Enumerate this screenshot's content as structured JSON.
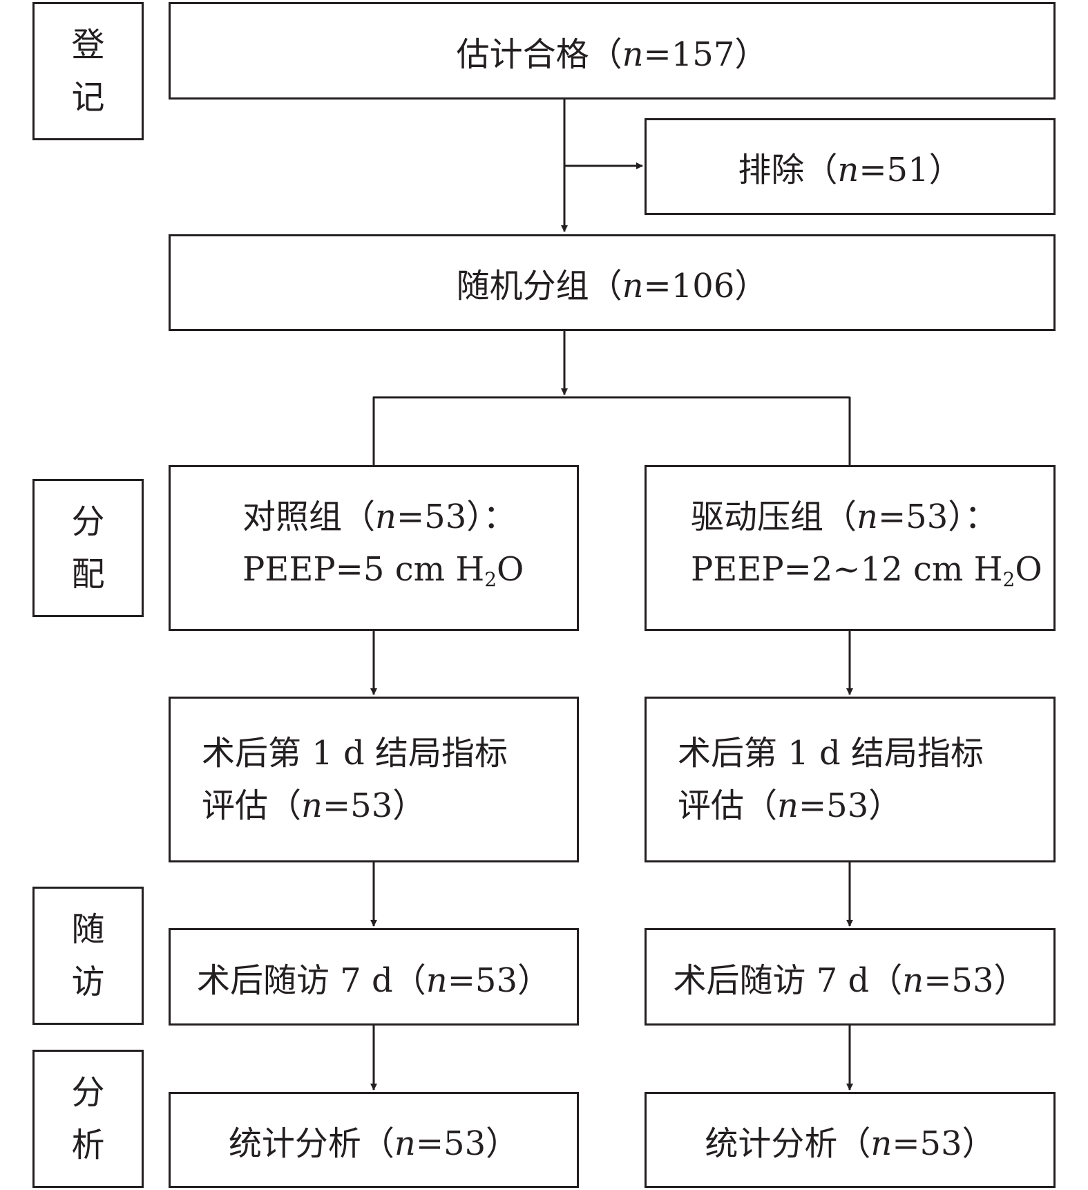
{
  "stages": {
    "enrollment": [
      "登",
      "记"
    ],
    "allocation": [
      "分",
      "配"
    ],
    "followup": [
      "随",
      "访"
    ],
    "analysis": [
      "分",
      "析"
    ]
  },
  "boxes": {
    "eligible": {
      "label": "估计合格（",
      "n_var": "n",
      "n_value": "=157）"
    },
    "excluded": {
      "label": "排除（",
      "n_var": "n",
      "n_value": "=51）"
    },
    "randomized": {
      "label": "随机分组（",
      "n_var": "n",
      "n_value": "=106）"
    },
    "control_group": {
      "label": "对照组（",
      "n_var": "n",
      "n_value": "=53）：",
      "peep_prefix": "PEEP=5 cm H",
      "peep_sub": "2",
      "peep_suffix": "O"
    },
    "driving_pressure_group": {
      "label": "驱动压组（",
      "n_var": "n",
      "n_value": "=53）：",
      "peep_prefix": "PEEP=2~12 cm H",
      "peep_sub": "2",
      "peep_suffix": "O"
    },
    "control_outcome": {
      "line1": "术后第 1 d 结局指标",
      "line2_prefix": "评估（",
      "n_var": "n",
      "n_value": "=53）"
    },
    "dp_outcome": {
      "line1": "术后第 1 d 结局指标",
      "line2_prefix": "评估（",
      "n_var": "n",
      "n_value": "=53）"
    },
    "control_followup": {
      "label": "术后随访 7 d（",
      "n_var": "n",
      "n_value": "=53）"
    },
    "dp_followup": {
      "label": "术后随访 7 d（",
      "n_var": "n",
      "n_value": "=53）"
    },
    "control_analysis": {
      "label": "统计分析（",
      "n_var": "n",
      "n_value": "=53）"
    },
    "dp_analysis": {
      "label": "统计分析（",
      "n_var": "n",
      "n_value": "=53）"
    }
  }
}
